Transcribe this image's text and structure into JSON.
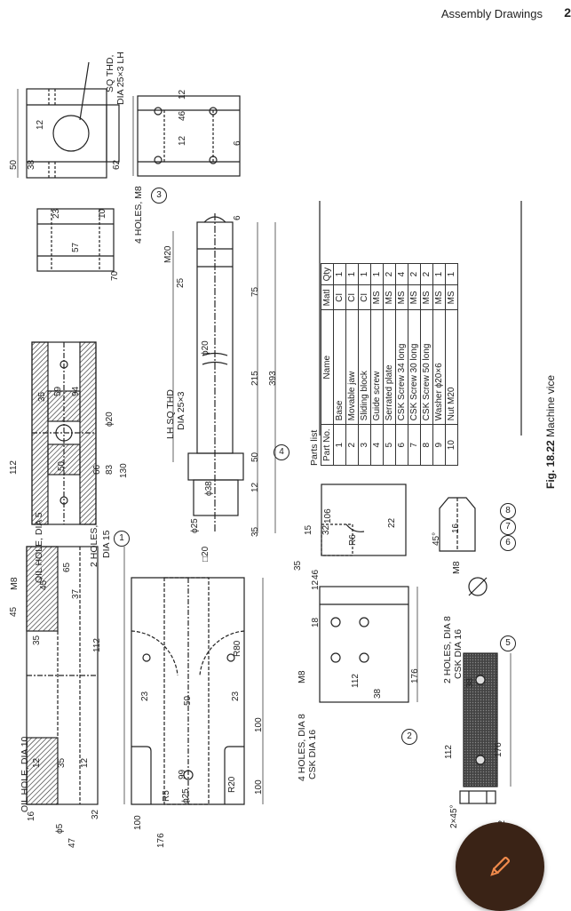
{
  "header": {
    "title": "Assembly Drawings",
    "page_number": "2"
  },
  "caption": {
    "label": "Fig. 18.22",
    "text": "Machine vice"
  },
  "parts_list": {
    "title": "Parts list",
    "columns": [
      "Part No.",
      "Name",
      "Matl",
      "Qty"
    ],
    "rows": [
      [
        "1",
        "Base",
        "CI",
        "1"
      ],
      [
        "2",
        "Movable jaw",
        "CI",
        "1"
      ],
      [
        "3",
        "Sliding block",
        "CI",
        "1"
      ],
      [
        "4",
        "Guide screw",
        "MS",
        "1"
      ],
      [
        "5",
        "Serrated plate",
        "MS",
        "2"
      ],
      [
        "6",
        "CSK Screw 34 long",
        "MS",
        "4"
      ],
      [
        "7",
        "CSK Screw 30 long",
        "MS",
        "2"
      ],
      [
        "8",
        "CSK Screw 50 long",
        "MS",
        "2"
      ],
      [
        "9",
        "Washer ϕ20×6",
        "MS",
        "1"
      ],
      [
        "10",
        "Nut M20",
        "MS",
        "1"
      ]
    ]
  },
  "part_markers": [
    "1",
    "2",
    "3",
    "4",
    "5",
    "6",
    "7",
    "8"
  ],
  "notes": {
    "oil_hole_10": "OIL HOLE, DIA 10",
    "oil_hole_5": "OIL HOLE, DIA 5",
    "m8_a": "M8",
    "two_holes_a": "2 HOLES,",
    "dia_15": "DIA 15",
    "sq_thd_1": "SQ THD,",
    "sq_thd_2": "DIA 25×3 LH",
    "four_holes_m8": "4 HOLES, M8",
    "lh_sq_thd_1": "LH SQ THD",
    "lh_sq_thd_2": "DIA 25×3",
    "four_holes_dia8_1": "4 HOLES, DIA 8",
    "four_holes_dia8_2": "CSK DIA 16",
    "two_holes_dia8_1": "2 HOLES, DIA 8",
    "two_holes_dia8_2": "CSK DIA 16",
    "m8_b": "M8",
    "m8_c": "M8",
    "chamfer": "2×45°",
    "r80": "R80",
    "r20": "R20",
    "r5": "R5",
    "r6": "R6",
    "m20": "M20",
    "sq20": "□20",
    "phi20_screw": "ϕ20",
    "phi20_base": "ϕ20",
    "phi25": "ϕ25",
    "phi38": "ϕ38",
    "phi5": "ϕ5",
    "phi25_small": "ϕ25"
  },
  "dims": {
    "d16": "16",
    "d47": "47",
    "d32": "32",
    "d12a": "12",
    "d35a": "35",
    "d12b": "12",
    "d45a": "45",
    "d35b": "35",
    "d112a": "112",
    "d37": "37",
    "d65": "65",
    "d45deg": "45°",
    "d100a": "100",
    "d176a": "176",
    "d99": "99",
    "d100b": "100",
    "d100c": "100",
    "d50a": "50",
    "d23a": "23",
    "d23b": "23",
    "d112b": "112",
    "d50b": "50",
    "d66": "66",
    "d83": "83",
    "d130": "130",
    "d35c": "35",
    "d59": "59",
    "d94": "94",
    "d57": "57",
    "d70": "70",
    "d50c": "50",
    "d38a": "38",
    "d62": "62",
    "d12c": "12",
    "d23c": "23",
    "d10": "10",
    "d46a": "46",
    "d12d": "12",
    "d12e": "12",
    "d6a": "6",
    "d6b": "6",
    "d25": "25",
    "d75": "75",
    "d215": "215",
    "d393": "393",
    "d50d": "50",
    "d12f": "12",
    "d35d": "35",
    "d112c": "112",
    "d38b": "38",
    "d176b": "176",
    "d18": "18",
    "d35e": "35",
    "d15": "15",
    "d106": "106",
    "d22": "22",
    "d46b": "46",
    "d12g": "12",
    "d112d": "112",
    "d176c": "176",
    "d38c": "38",
    "d12h": "12",
    "d16b": "16",
    "d45b": "45°"
  },
  "fab": {
    "icon": "pencil-icon",
    "color": "#3a2316",
    "accent": "#f08a4b"
  }
}
